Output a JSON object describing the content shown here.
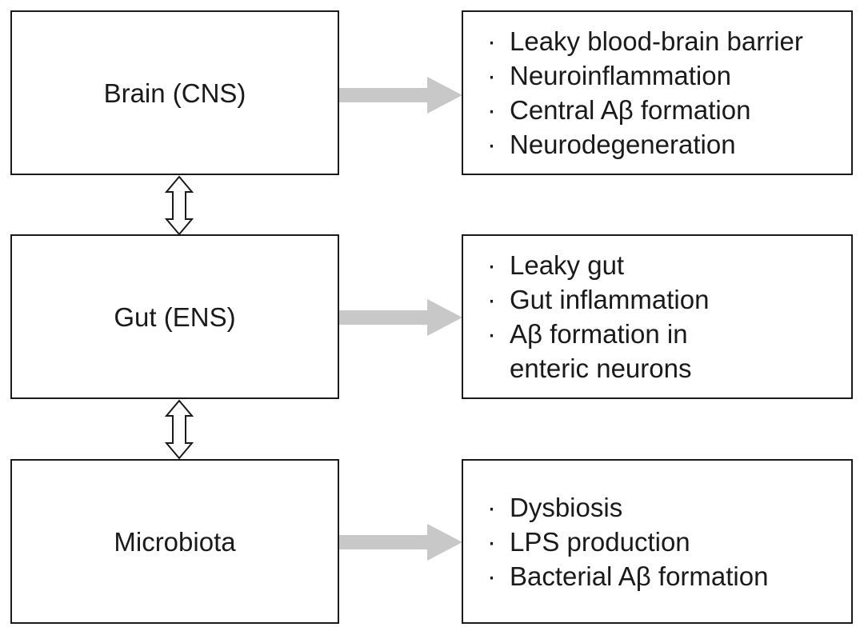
{
  "diagram": {
    "rows": [
      {
        "label": "Brain (CNS)",
        "effects": [
          "Leaky blood-brain barrier",
          "Neuroinflammation",
          "Central Aβ formation",
          "Neurodegeneration"
        ]
      },
      {
        "label": "Gut (ENS)",
        "effects": [
          "Leaky gut",
          "Gut inflammation",
          "Aβ formation in enteric neurons"
        ]
      },
      {
        "label": "Microbiota",
        "effects": [
          "Dysbiosis",
          "LPS production",
          "Bacterial Aβ formation"
        ]
      }
    ],
    "bullet": "·",
    "colors": {
      "border": "#1a1a1a",
      "arrow_fill": "#c8c8c8",
      "text": "#1a1a1a"
    }
  }
}
